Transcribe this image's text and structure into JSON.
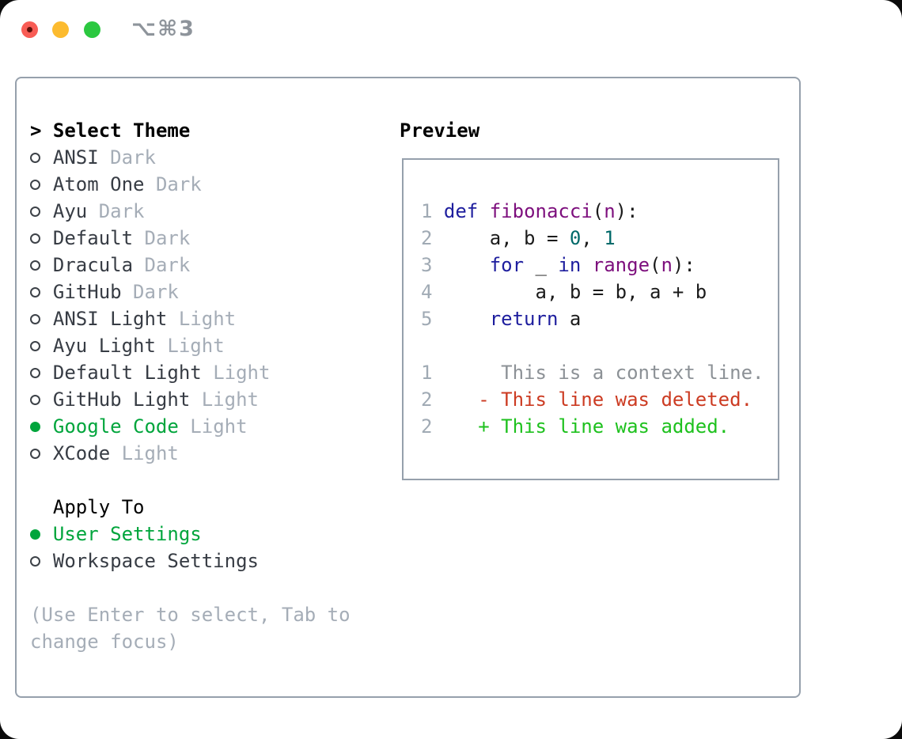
{
  "window": {
    "titlebar": {
      "shortcut": "⌥⌘3",
      "traffic_lights": [
        "close",
        "minimize",
        "zoom"
      ]
    }
  },
  "palette": {
    "selected_green": "#00a53c",
    "diff_deleted_red": "#cc3b22",
    "diff_added_green": "#1ec11e",
    "keyword_blue": "#1e1e9e",
    "function_purple": "#7d0f7d",
    "number_teal": "#006969",
    "muted_gray": "#a5adb7",
    "border_gray": "#96a0ac"
  },
  "sidebar": {
    "header": {
      "prompt": ">",
      "label": "Select Theme"
    },
    "themes": [
      {
        "name": "ANSI",
        "variant": "Dark",
        "selected": false
      },
      {
        "name": "Atom One",
        "variant": "Dark",
        "selected": false
      },
      {
        "name": "Ayu",
        "variant": "Dark",
        "selected": false
      },
      {
        "name": "Default",
        "variant": "Dark",
        "selected": false
      },
      {
        "name": "Dracula",
        "variant": "Dark",
        "selected": false
      },
      {
        "name": "GitHub",
        "variant": "Dark",
        "selected": false
      },
      {
        "name": "ANSI Light",
        "variant": "Light",
        "selected": false
      },
      {
        "name": "Ayu Light",
        "variant": "Light",
        "selected": false
      },
      {
        "name": "Default Light",
        "variant": "Light",
        "selected": false
      },
      {
        "name": "GitHub Light",
        "variant": "Light",
        "selected": false
      },
      {
        "name": "Google Code",
        "variant": "Light",
        "selected": true
      },
      {
        "name": "XCode",
        "variant": "Light",
        "selected": false
      }
    ],
    "apply_to": {
      "label": "Apply To",
      "options": [
        {
          "name": "User Settings",
          "selected": true
        },
        {
          "name": "Workspace Settings",
          "selected": false
        }
      ]
    },
    "help": [
      "(Use Enter to select, Tab to",
      "change focus)"
    ]
  },
  "preview": {
    "label": "Preview",
    "code_lines": [
      [
        [
          "1 ",
          "ln"
        ],
        [
          "def",
          "kw"
        ],
        [
          " ",
          "pl"
        ],
        [
          "fibonacci",
          "fn"
        ],
        [
          "(",
          "pl"
        ],
        [
          "n",
          "fn"
        ],
        [
          "):",
          "pl"
        ]
      ],
      [
        [
          "2",
          "ln"
        ],
        [
          "     a, b = ",
          "pl"
        ],
        [
          "0",
          "num"
        ],
        [
          ", ",
          "pl"
        ],
        [
          "1",
          "num"
        ]
      ],
      [
        [
          "3",
          "ln"
        ],
        [
          "     ",
          "pl"
        ],
        [
          "for",
          "kw"
        ],
        [
          " _ ",
          "pl"
        ],
        [
          "in",
          "kw"
        ],
        [
          " ",
          "pl"
        ],
        [
          "range",
          "fn"
        ],
        [
          "(",
          "pl"
        ],
        [
          "n",
          "fn"
        ],
        [
          "):",
          "pl"
        ]
      ],
      [
        [
          "4",
          "ln"
        ],
        [
          "         a, b = b, a + b",
          "pl"
        ]
      ],
      [
        [
          "5",
          "ln"
        ],
        [
          "     ",
          "pl"
        ],
        [
          "return",
          "kw"
        ],
        [
          " a",
          "pl"
        ]
      ],
      [],
      [
        [
          "1",
          "ln"
        ],
        [
          "      This is a context line.",
          "ctx"
        ]
      ],
      [
        [
          "2",
          "ln"
        ],
        [
          "    ",
          "pl"
        ],
        [
          "- This line was deleted.",
          "del"
        ]
      ],
      [
        [
          "2",
          "ln"
        ],
        [
          "    ",
          "pl"
        ],
        [
          "+ This line was added.",
          "add"
        ]
      ]
    ]
  }
}
